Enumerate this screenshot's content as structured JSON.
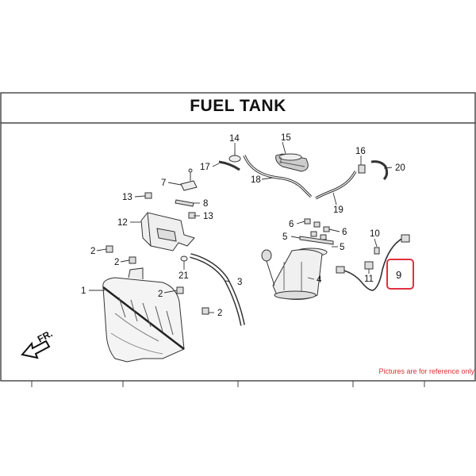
{
  "title": "FUEL TANK",
  "note": "Pictures are for reference only",
  "direction_label": "FR.",
  "highlight_color": "#e03040",
  "labels": {
    "l1": "1",
    "l2a": "2",
    "l2b": "2",
    "l2c": "2",
    "l2d": "2",
    "l3": "3",
    "l4": "4",
    "l5a": "5",
    "l5b": "5",
    "l6a": "6",
    "l6b": "6",
    "l7": "7",
    "l8": "8",
    "l9": "9",
    "l10": "10",
    "l11": "11",
    "l12": "12",
    "l13a": "13",
    "l13b": "13",
    "l14": "14",
    "l15": "15",
    "l16": "16",
    "l17": "17",
    "l18": "18",
    "l19": "19",
    "l20": "20",
    "l21": "21"
  }
}
